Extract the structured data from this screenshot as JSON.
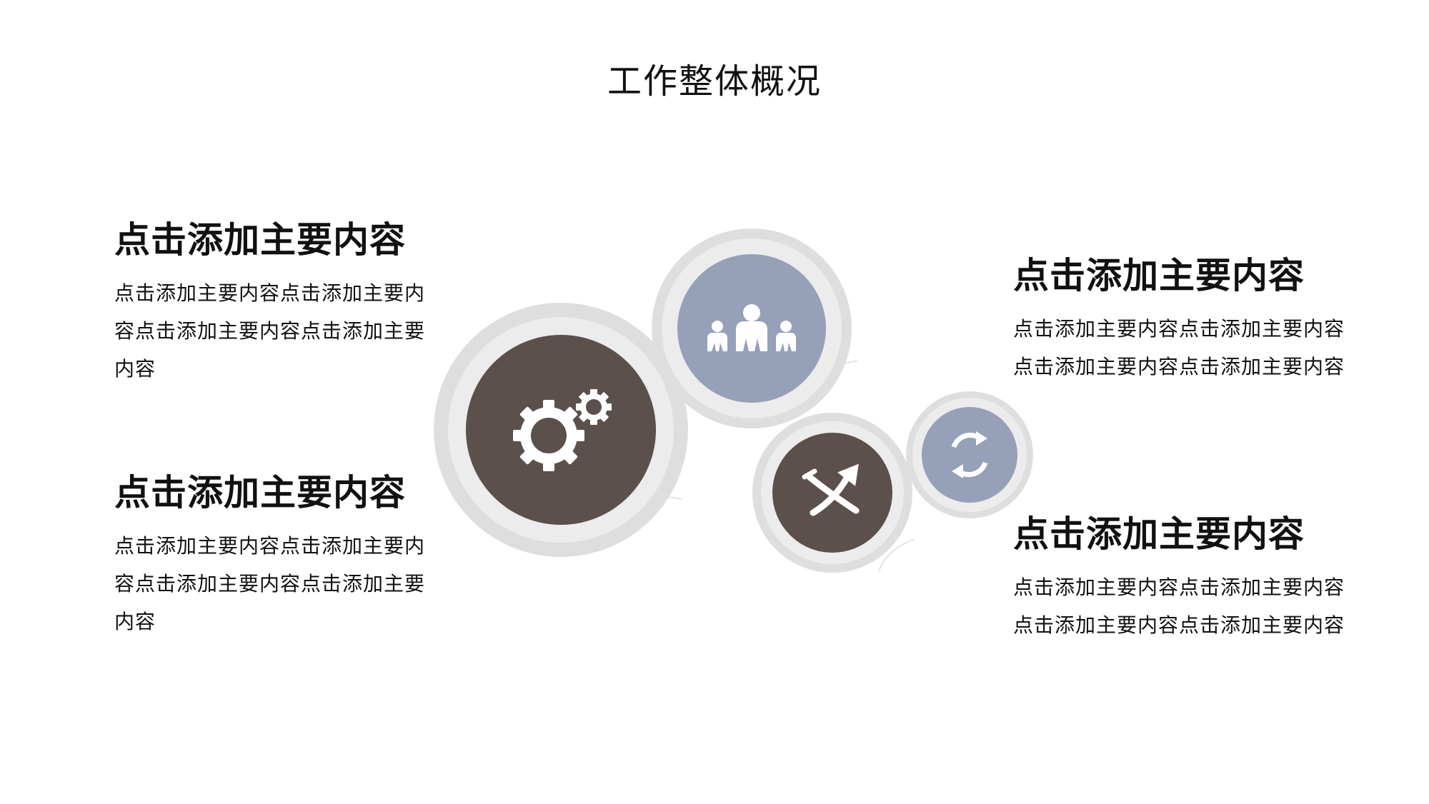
{
  "page": {
    "title": "工作整体概况"
  },
  "blocks": [
    {
      "heading": "点击添加主要内容",
      "body": "点击添加主要内容点击添加主要内容点击添加主要内容点击添加主要内容"
    },
    {
      "heading": "点击添加主要内容",
      "body": "点击添加主要内容点击添加主要内容点击添加主要内容点击添加主要内容"
    },
    {
      "heading": "点击添加主要内容",
      "body": "点击添加主要内容点击添加主要内容点击添加主要内容点击添加主要内容"
    },
    {
      "heading": "点击添加主要内容",
      "body": "点击添加主要内容点击添加主要内容点击添加主要内容点击添加主要内容"
    }
  ],
  "circles": [
    {
      "icon": "gears-icon",
      "color": "#5b504b"
    },
    {
      "icon": "family-icon",
      "color": "#96a0b8"
    },
    {
      "icon": "crossing-arrows-icon",
      "color": "#5b504b"
    },
    {
      "icon": "refresh-icon",
      "color": "#96a0b8"
    }
  ],
  "colors": {
    "ring_outer": "#dedede",
    "ring_inner": "#ececec",
    "background": "#ffffff"
  }
}
